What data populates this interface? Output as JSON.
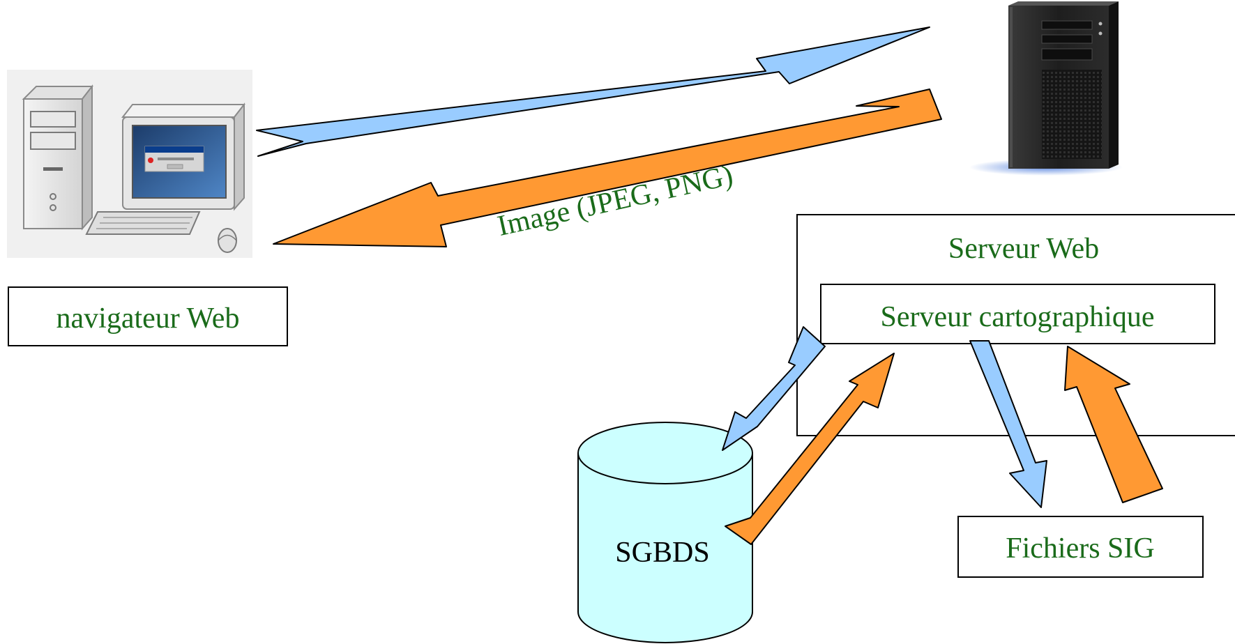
{
  "labels": {
    "browser": "navigateur Web",
    "image_format": "Image (JPEG, PNG)",
    "web_server": "Serveur Web",
    "map_server": "Serveur cartographique",
    "database": "SGBDS",
    "gis_files": "Fichiers SIG"
  },
  "icons": {
    "client": "desktop-computer-icon",
    "server": "tower-server-icon"
  },
  "colors": {
    "text": "#1a6b1a",
    "request_arrow": "#99ccff",
    "response_arrow": "#ff9933",
    "database_fill": "#ccffff",
    "stroke": "#000000"
  }
}
